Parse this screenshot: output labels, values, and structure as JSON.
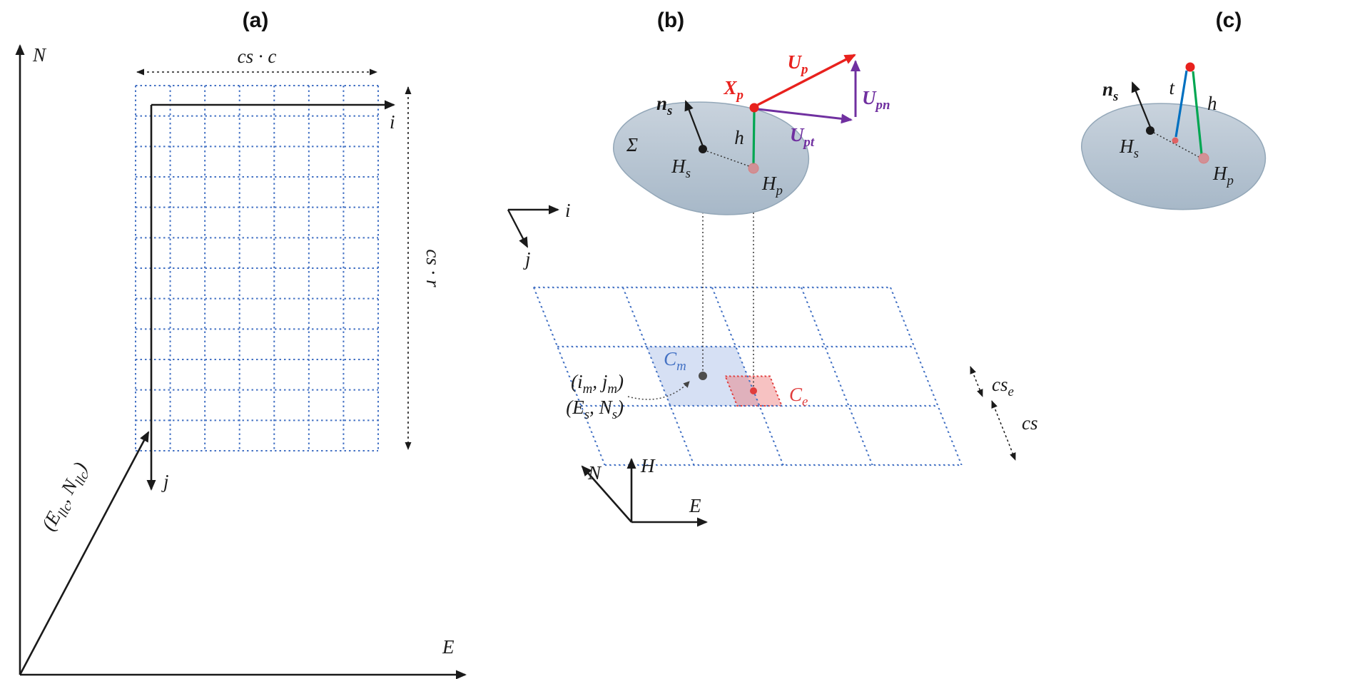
{
  "panel_a": {
    "title": "(a)",
    "axis_n": "N",
    "axis_e": "E",
    "axis_i": "i",
    "axis_j": "j",
    "dim_width": "cs · c",
    "dim_height": "cs · r",
    "origin": {
      "p1": "(E",
      "s1": "llc",
      "p2": ", N",
      "s2": "llc",
      "p3": ")"
    }
  },
  "panel_b": {
    "title": "(b)",
    "surface": "Σ",
    "normal": {
      "main": "n",
      "sub": "s"
    },
    "hs": {
      "main": "H",
      "sub": "s"
    },
    "hp": {
      "main": "H",
      "sub": "p"
    },
    "xp": {
      "main": "X",
      "sub": "p"
    },
    "height_label": "h",
    "up": {
      "main": "U",
      "sub": "p"
    },
    "upn": {
      "main": "U",
      "sub": "pn"
    },
    "upt": {
      "main": "U",
      "sub": "pt"
    },
    "axis_i": "i",
    "axis_j": "j",
    "cell_model": {
      "main": "C",
      "sub": "m"
    },
    "cell_exchange": {
      "main": "C",
      "sub": "e"
    },
    "index_label": {
      "p1": "(i",
      "s1": "m",
      "p2": ", j",
      "s2": "m",
      "p3": ")"
    },
    "coord_label": {
      "p1": "(E",
      "s1": "s",
      "p2": ", N",
      "s2": "s",
      "p3": ")"
    },
    "cse": {
      "main": "cs",
      "sub": "e"
    },
    "cs": "cs",
    "axis_n": "N",
    "axis_h": "H",
    "axis_e": "E"
  },
  "panel_c": {
    "title": "(c)",
    "normal": {
      "main": "n",
      "sub": "s"
    },
    "hs": {
      "main": "H",
      "sub": "s"
    },
    "hp": {
      "main": "H",
      "sub": "p"
    },
    "t_label": "t",
    "h_label": "h"
  },
  "colors": {
    "grid_blue": "#4472c4",
    "red": "#e8211d",
    "purple": "#7030a0",
    "green": "#00a651",
    "blue": "#0070c0",
    "pink_dot": "#e38a8a",
    "blob_fill_top": "#c7d1db",
    "blob_fill_bottom": "#a9bac9",
    "blob_stroke": "#93a7b8",
    "cell_model_fill": "rgba(108,142,214,0.28)",
    "cell_exchange_fill": "rgba(238,120,120,0.45)",
    "ink": "#1a1a1a"
  }
}
